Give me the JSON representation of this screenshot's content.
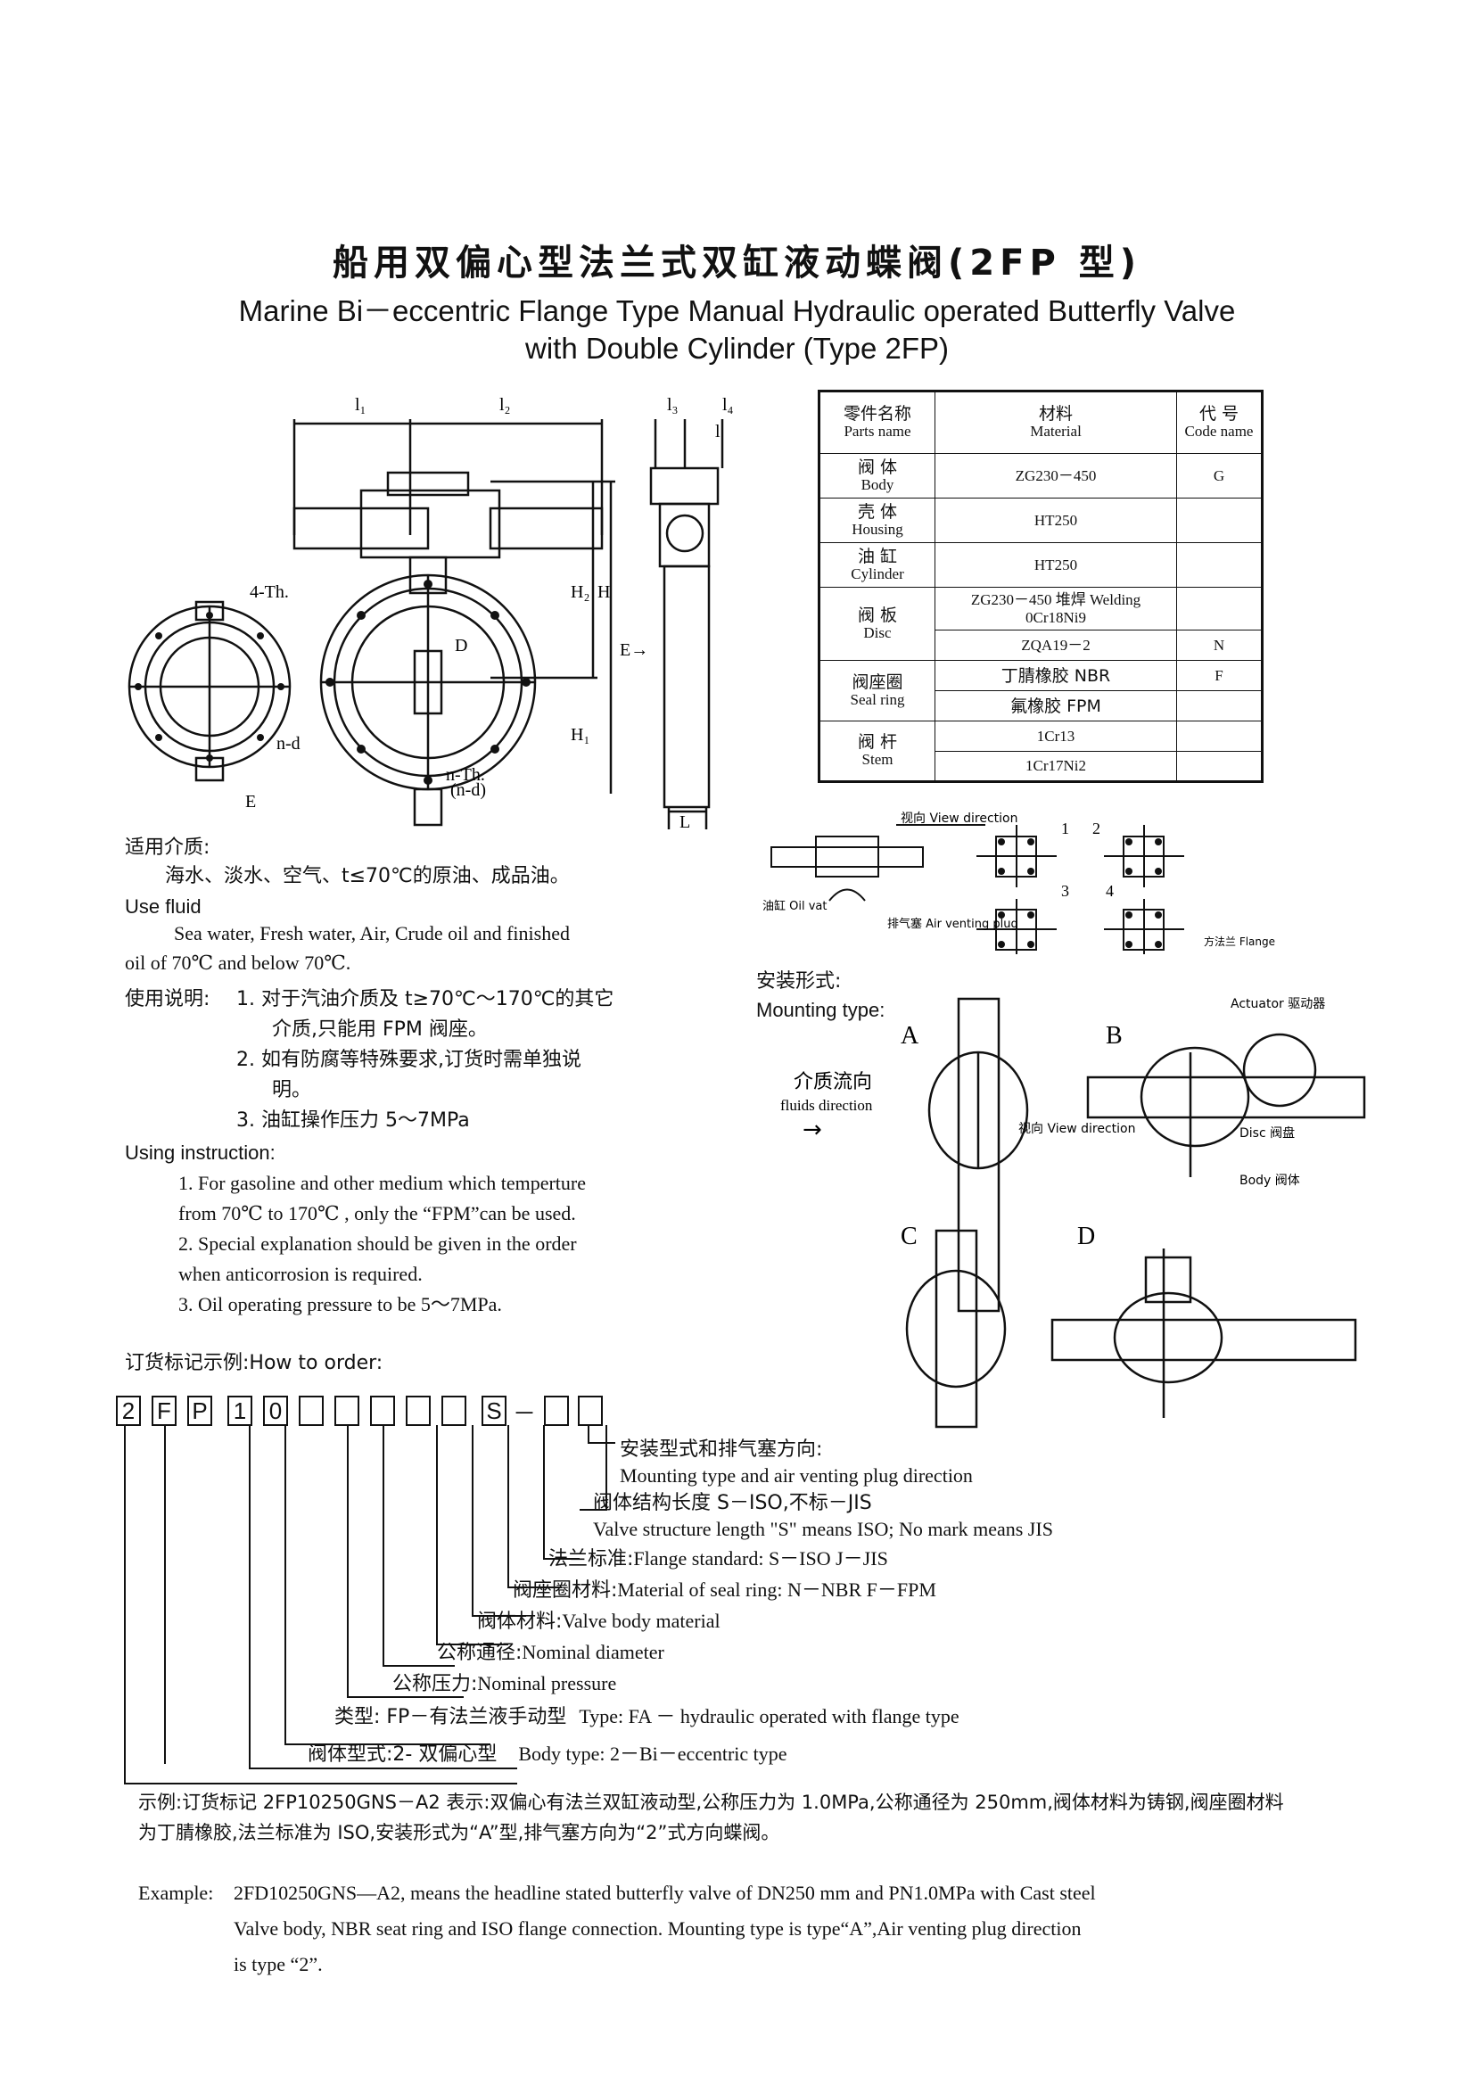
{
  "title": {
    "cn": "船用双偏心型法兰式双缸液动蝶阀(2FP 型)",
    "en_line1": "Marine Bi－eccentric Flange Type Manual Hydraulic operated Butterfly Valve",
    "en_line2": "with Double Cylinder (Type 2FP)"
  },
  "drawing_labels": {
    "l1": "l₁",
    "l2": "l₂",
    "l3": "l₃",
    "l4": "l₄",
    "l": "l",
    "th4": "4-Th.",
    "nd": "n-d",
    "nth": "n-Th.",
    "nth_sub": "(n-d)",
    "E_bottom": "E",
    "E_arrow": "E→",
    "H": "H",
    "H1": "H₁",
    "H2": "H₂",
    "L": "L",
    "D": "D"
  },
  "parts_table": {
    "headers": [
      {
        "cn": "零件名称",
        "en": "Parts name"
      },
      {
        "cn": "材料",
        "en": "Material"
      },
      {
        "cn": "代 号",
        "en": "Code name"
      }
    ],
    "rows": [
      {
        "name_cn": "阀 体",
        "name_en": "Body",
        "materials": [
          "ZG230－450"
        ],
        "codes": [
          "G"
        ]
      },
      {
        "name_cn": "壳 体",
        "name_en": "Housing",
        "materials": [
          "HT250"
        ],
        "codes": [
          ""
        ]
      },
      {
        "name_cn": "油 缸",
        "name_en": "Cylinder",
        "materials": [
          "HT250"
        ],
        "codes": [
          ""
        ]
      },
      {
        "name_cn": "阀 板",
        "name_en": "Disc",
        "materials": [
          "ZG230－450 堆焊 Welding 0Cr18Ni9",
          "ZQA19－2"
        ],
        "codes": [
          "",
          "N"
        ]
      },
      {
        "name_cn": "阀座圈",
        "name_en": "Seal ring",
        "materials": [
          "丁腈橡胶 NBR",
          "氟橡胶 FPM"
        ],
        "codes": [
          "F",
          ""
        ]
      },
      {
        "name_cn": "阀 杆",
        "name_en": "Stem",
        "materials": [
          "1Cr13",
          "1Cr17Ni2"
        ],
        "codes": [
          "",
          ""
        ]
      }
    ]
  },
  "fluid": {
    "heading_cn": "适用介质:",
    "text_cn": "海水、淡水、空气、t≤70℃的原油、成品油。",
    "heading_en": "Use fluid",
    "text_en_1": "Sea water, Fresh water, Air, Crude oil and finished",
    "text_en_2": "oil of 70℃ and below 70℃."
  },
  "instructions": {
    "heading_cn": "使用说明:",
    "items_cn": [
      "1. 对于汽油介质及 t≥70℃～170℃的其它",
      "介质,只能用 FPM 阀座。",
      "2. 如有防腐等特殊要求,订货时需单独说",
      "明。",
      "3. 油缸操作压力 5～7MPa"
    ],
    "heading_en": "Using instruction:",
    "items_en": [
      "1. For gasoline and other medium which temperture",
      "from 70℃ to 170℃ , only the “FPM”can be used.",
      "2. Special explanation should be given in the order",
      "when anticorrosion is required.",
      "3. Oil operating pressure to be 5～7MPa."
    ]
  },
  "venting_diagram": {
    "view_direction": "视向 View direction",
    "nums": [
      "1",
      "2",
      "3",
      "4"
    ],
    "oil_vat": "油缸 Oil vat",
    "air_plug": "排气塞 Air venting plug",
    "flange": "方法兰 Flange"
  },
  "mounting": {
    "heading_cn": "安装形式:",
    "heading_en": "Mounting type:",
    "letters": [
      "A",
      "B",
      "C",
      "D"
    ],
    "fluid_dir_cn": "介质流向",
    "fluid_dir_en": "fluids direction",
    "view_dir": "视向 View direction",
    "actuator": "Actuator 驱动器",
    "disc": "Disc 阀盘",
    "body": "Body 阀体"
  },
  "order": {
    "heading": "订货标记示例:How to order:",
    "boxes": [
      "2",
      "F",
      "P",
      "1",
      "0",
      "",
      "",
      "",
      "",
      "",
      "S",
      "－",
      "",
      ""
    ],
    "lines": [
      {
        "cn": "安装型式和排气塞方向:",
        "en": ""
      },
      {
        "cn": "",
        "en": "Mounting type and air venting plug direction"
      },
      {
        "cn": "阀体结构长度 S－ISO,不标－JIS",
        "en": ""
      },
      {
        "cn": "",
        "en": "Valve structure length \"S\" means ISO; No mark means JIS"
      },
      {
        "cn": "法兰标准:",
        "en": "Flange standard: S－ISO J－JIS"
      },
      {
        "cn": "阀座圈材料:",
        "en": "Material of seal ring: N－NBR F－FPM"
      },
      {
        "cn": "阀体材料:",
        "en": "Valve body material"
      },
      {
        "cn": "公称通径:",
        "en": "Nominal diameter"
      },
      {
        "cn": "公称压力:",
        "en": "Nominal pressure"
      },
      {
        "cn": "类型: FP－有法兰液手动型",
        "en": "Type: FA － hydraulic operated with flange type"
      },
      {
        "cn": "阀体型式:2- 双偏心型",
        "en": "Body type: 2－Bi－eccentric type"
      }
    ]
  },
  "example": {
    "cn": "示例:订货标记 2FP10250GNS－A2 表示:双偏心有法兰双缸液动型,公称压力为 1.0MPa,公称通径为 250mm,阀体材料为铸钢,阀座圈材料为丁腈橡胶,法兰标准为 ISO,安装形式为“A”型,排气塞方向为“2”式方向蝶阀。",
    "en_label": "Example:",
    "en_1": "2FD10250GNS—A2, means the headline stated butterfly valve of DN250 mm and PN1.0MPa with Cast steel",
    "en_2": "Valve body, NBR seat ring and ISO flange connection. Mounting type is type“A”,Air venting plug direction",
    "en_3": "is type “2”."
  }
}
